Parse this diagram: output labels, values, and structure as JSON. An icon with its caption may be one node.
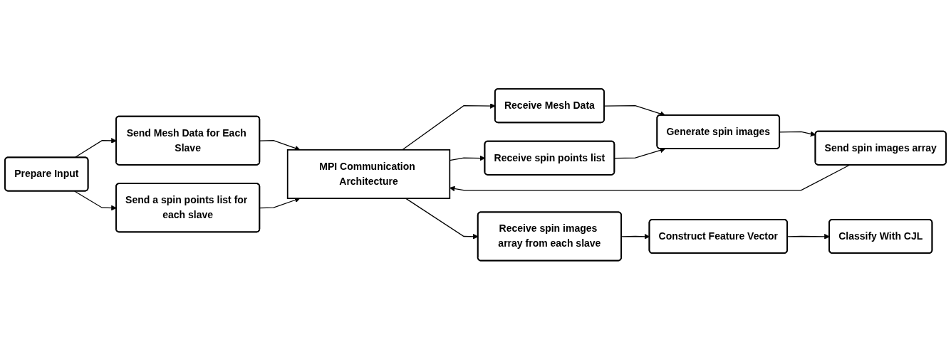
{
  "diagram": {
    "nodes": [
      {
        "text": [
          "Prepare Input"
        ]
      },
      {
        "text": [
          "Send Mesh Data for Each Slave"
        ]
      },
      {
        "text": [
          "Send a spin points list for each slave"
        ]
      },
      {
        "text": [
          "MPI Communication Architecture"
        ]
      },
      {
        "text": [
          "Receive Mesh Data"
        ]
      },
      {
        "text": [
          "Receive spin points list"
        ]
      },
      {
        "text": [
          "Generate spin images"
        ]
      },
      {
        "text": [
          "Send spin images array"
        ]
      },
      {
        "text": [
          "Receive spin images array from each slave"
        ]
      },
      {
        "text": [
          "Construct Feature Vector"
        ]
      },
      {
        "text": [
          "Classify With CJL"
        ]
      }
    ],
    "edges": [
      {
        "from": 0,
        "to": 1,
        "arrow": "to"
      },
      {
        "from": 0,
        "to": 2,
        "arrow": "to"
      },
      {
        "from": 1,
        "to": 3,
        "arrow": "to"
      },
      {
        "from": 2,
        "to": 3,
        "arrow": "to"
      },
      {
        "from": 3,
        "to": 4,
        "arrow": "to"
      },
      {
        "from": 3,
        "to": 5,
        "arrow": "to"
      },
      {
        "from": 4,
        "to": 6,
        "arrow": "to"
      },
      {
        "from": 5,
        "to": 6,
        "arrow": "to"
      },
      {
        "from": 6,
        "to": 7,
        "arrow": "to"
      },
      {
        "from": 7,
        "to": 3,
        "arrow": "to"
      },
      {
        "from": 3,
        "to": 8,
        "arrow": "to"
      },
      {
        "from": 8,
        "to": 9,
        "arrow": "to"
      },
      {
        "from": 9,
        "to": 10,
        "arrow": "to"
      }
    ]
  }
}
